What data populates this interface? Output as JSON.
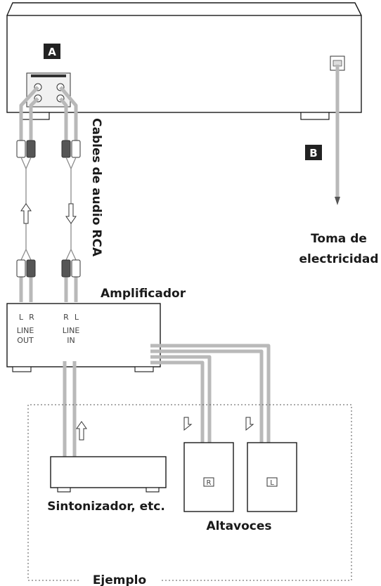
{
  "badges": {
    "a": "A",
    "b": "B"
  },
  "labels": {
    "cables": "Cables de audio RCA",
    "toma_line1": "Toma de",
    "toma_line2": "electricidad",
    "amplificador": "Amplificador",
    "line_out_l": "L",
    "line_out_r": "R",
    "line_out_1": "LINE",
    "line_out_2": "OUT",
    "line_in_r": "R",
    "line_in_l": "L",
    "line_in_1": "LINE",
    "line_in_2": "IN",
    "speaker_r": "R",
    "speaker_l": "L",
    "sintonizador": "Sintonizador, etc.",
    "altavoces": "Altavoces",
    "ejemplo": "Ejemplo"
  }
}
